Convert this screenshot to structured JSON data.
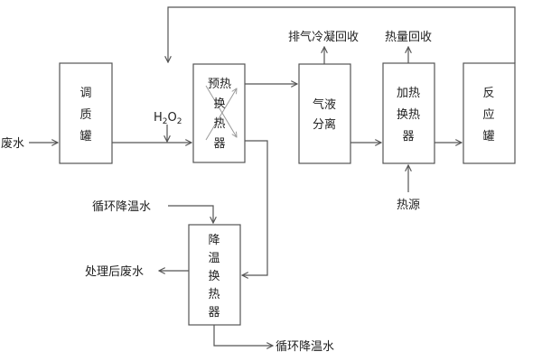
{
  "units": {
    "conditioning_tank": [
      "调",
      "质",
      "罐"
    ],
    "preheat_exchanger": [
      "预热",
      "换",
      "热",
      "器"
    ],
    "gas_liquid_separator": [
      "气液",
      "分离"
    ],
    "heating_exchanger": [
      "加热",
      "换热",
      "器"
    ],
    "reactor": [
      "反",
      "应",
      "罐"
    ],
    "cooling_exchanger": [
      "降",
      "温",
      "换",
      "热",
      "器"
    ]
  },
  "streams": {
    "wastewater_in": "废水",
    "h2o2_h": "H",
    "h2o2_sub1": "2",
    "h2o2_o": "O",
    "h2o2_sub2": "2",
    "exhaust_condensate_recovery": "排气冷凝回收",
    "heat_recovery": "热量回收",
    "heat_source": "热源",
    "cooling_water_in": "循环降温水",
    "cooling_water_out": "循环降温水",
    "treated_wastewater": "处理后废水"
  }
}
